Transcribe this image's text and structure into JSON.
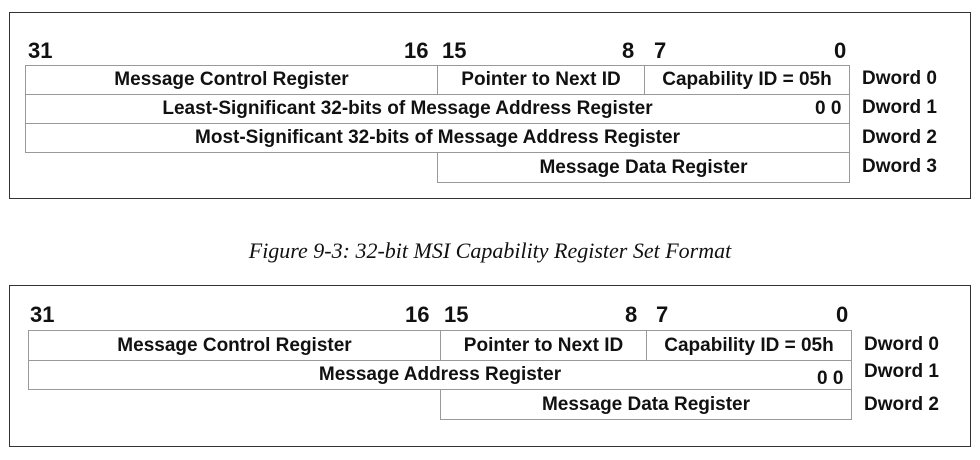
{
  "figure_top": {
    "bits": {
      "b31": "31",
      "b16": "16",
      "b15": "15",
      "b8": "8",
      "b7": "7",
      "b0": "0"
    },
    "row0": {
      "message_control": "Message Control Register",
      "pointer_next": "Pointer to Next ID",
      "capability_id": "Capability ID = 05h"
    },
    "row1": {
      "label": "Least-Significant 32-bits of Message Address Register",
      "zeros": "0 0"
    },
    "row2": {
      "label": "Most-Significant 32-bits of Message Address Register"
    },
    "row3": {
      "label": "Message Data Register"
    },
    "dwords": [
      "Dword 0",
      "Dword 1",
      "Dword 2",
      "Dword 3"
    ]
  },
  "caption": "Figure 9-3: 32-bit MSI Capability Register Set Format",
  "figure_bottom": {
    "bits": {
      "b31": "31",
      "b16": "16",
      "b15": "15",
      "b8": "8",
      "b7": "7",
      "b0": "0"
    },
    "row0": {
      "message_control": "Message Control Register",
      "pointer_next": "Pointer to Next ID",
      "capability_id": "Capability ID = 05h"
    },
    "row1": {
      "label": "Message Address Register",
      "zeros": "0 0"
    },
    "row2": {
      "label": "Message Data Register"
    },
    "dwords": [
      "Dword 0",
      "Dword 1",
      "Dword 2"
    ]
  }
}
